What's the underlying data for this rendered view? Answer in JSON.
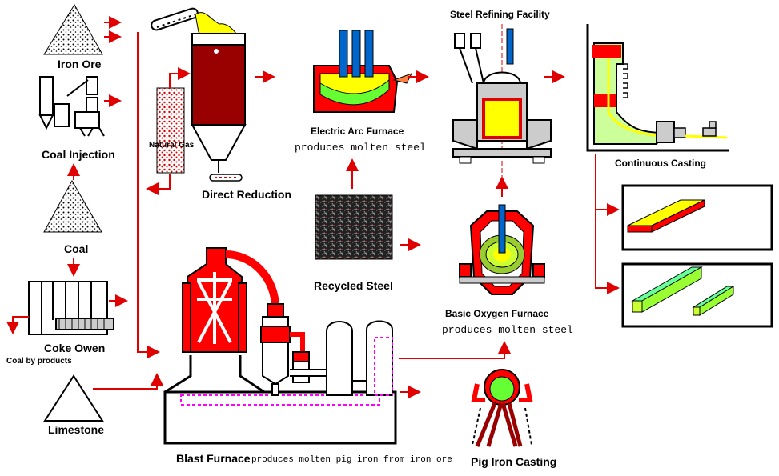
{
  "diagram": {
    "labels": {
      "iron_ore": "Iron Ore",
      "coal_injection": "Coal Injection",
      "coal": "Coal",
      "coke_oven": "Coke Owen",
      "coal_byproducts": "Coal by products",
      "limestone": "Limestone",
      "natural_gas": "Natural Gas",
      "direct_reduction": "Direct Reduction",
      "electric_arc_furnace": "Electric Arc Furnace",
      "eaf_note": "produces molten steel",
      "recycled_steel": "Recycled Steel",
      "steel_refining": "Steel Refining Facility",
      "continuous_casting": "Continuous Casting",
      "basic_oxygen_furnace": "Basic Oxygen Furnace",
      "bof_note": "produces molten steel",
      "blast_furnace": "Blast Furnace",
      "blast_furnace_note": "produces molten pig iron from iron ore",
      "pig_iron_casting": "Pig Iron Casting"
    },
    "colors": {
      "arrow": "#e00000",
      "furnace_red": "#ff0000",
      "dark_red": "#990000",
      "yellow": "#ffff00",
      "green": "#66ff33",
      "blue": "#0066cc",
      "gray": "#cccccc"
    }
  }
}
